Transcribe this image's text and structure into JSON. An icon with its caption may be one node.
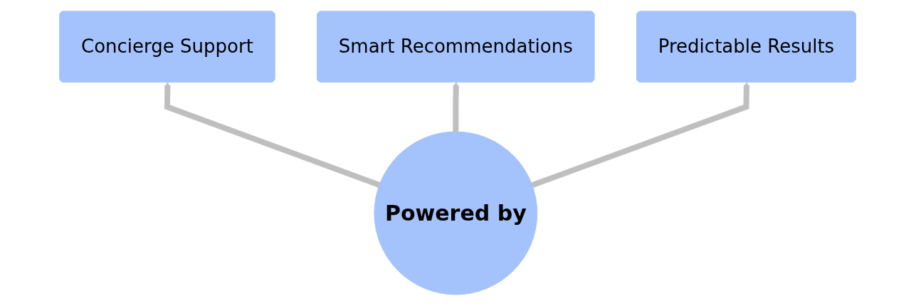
{
  "diagram": {
    "nodes": [
      {
        "text": [
          "Smart Recommendations"
        ]
      },
      {
        "text": [
          "Concierge Support"
        ]
      },
      {
        "text": [
          "Predictable Results"
        ]
      },
      {
        "text": [
          "Powered by"
        ]
      }
    ],
    "edges": [
      {
        "from": 3,
        "to": 1,
        "arrow": "to"
      },
      {
        "from": 3,
        "to": 0,
        "arrow": "to"
      },
      {
        "from": 3,
        "to": 2,
        "arrow": "to"
      }
    ]
  }
}
